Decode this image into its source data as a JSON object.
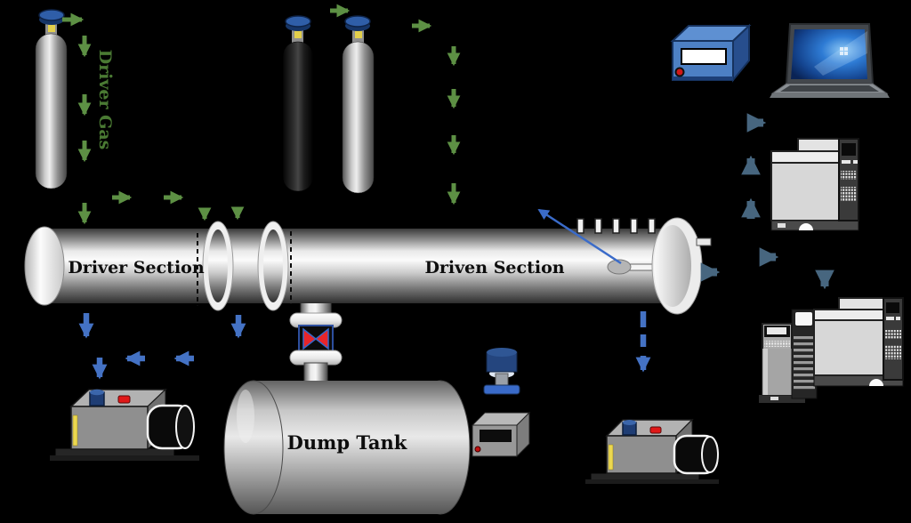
{
  "figure": {
    "type": "experimental-setup-schematic",
    "background": "#000000",
    "labels": {
      "driver_gas": "Driver Gas",
      "driver_section": "Driver Section",
      "driven_section": "Driven Section",
      "dump_tank": "Dump Tank"
    },
    "colors": {
      "gas_fill_line_green": "#5d9044",
      "driver_gas_text_green": "#4a7a33",
      "vacuum_line_blue": "#4472c4",
      "signal_arrow_steel": "#47667f",
      "callout_arrow_blue": "#3a6bc9",
      "valve_cross_red": "#e8252a",
      "cylinder_cap_blue": "#2f5ea8",
      "pump_inlet_blue": "#1e3d74",
      "button_red": "#e01818",
      "stripe_yellow": "#ecd84f",
      "daq_box_blue": "#4d80c4",
      "laptop_screen_blue": "#2e7bd4"
    },
    "components": [
      "driver-gas-cylinder",
      "fuel-gas-cylinder",
      "diluent-gas-cylinder",
      "driver-section-tube",
      "double-diaphragm-flanges",
      "driven-section-tube",
      "end-flange",
      "pressure-ports",
      "sampling-probe",
      "gate-valve",
      "dump-tank",
      "vacuum-pump-left",
      "vacuum-pump-right",
      "pressure-transducer",
      "pressure-readout-box",
      "daq-box",
      "laptop",
      "gas-chromatograph",
      "gc-ms-system"
    ]
  }
}
